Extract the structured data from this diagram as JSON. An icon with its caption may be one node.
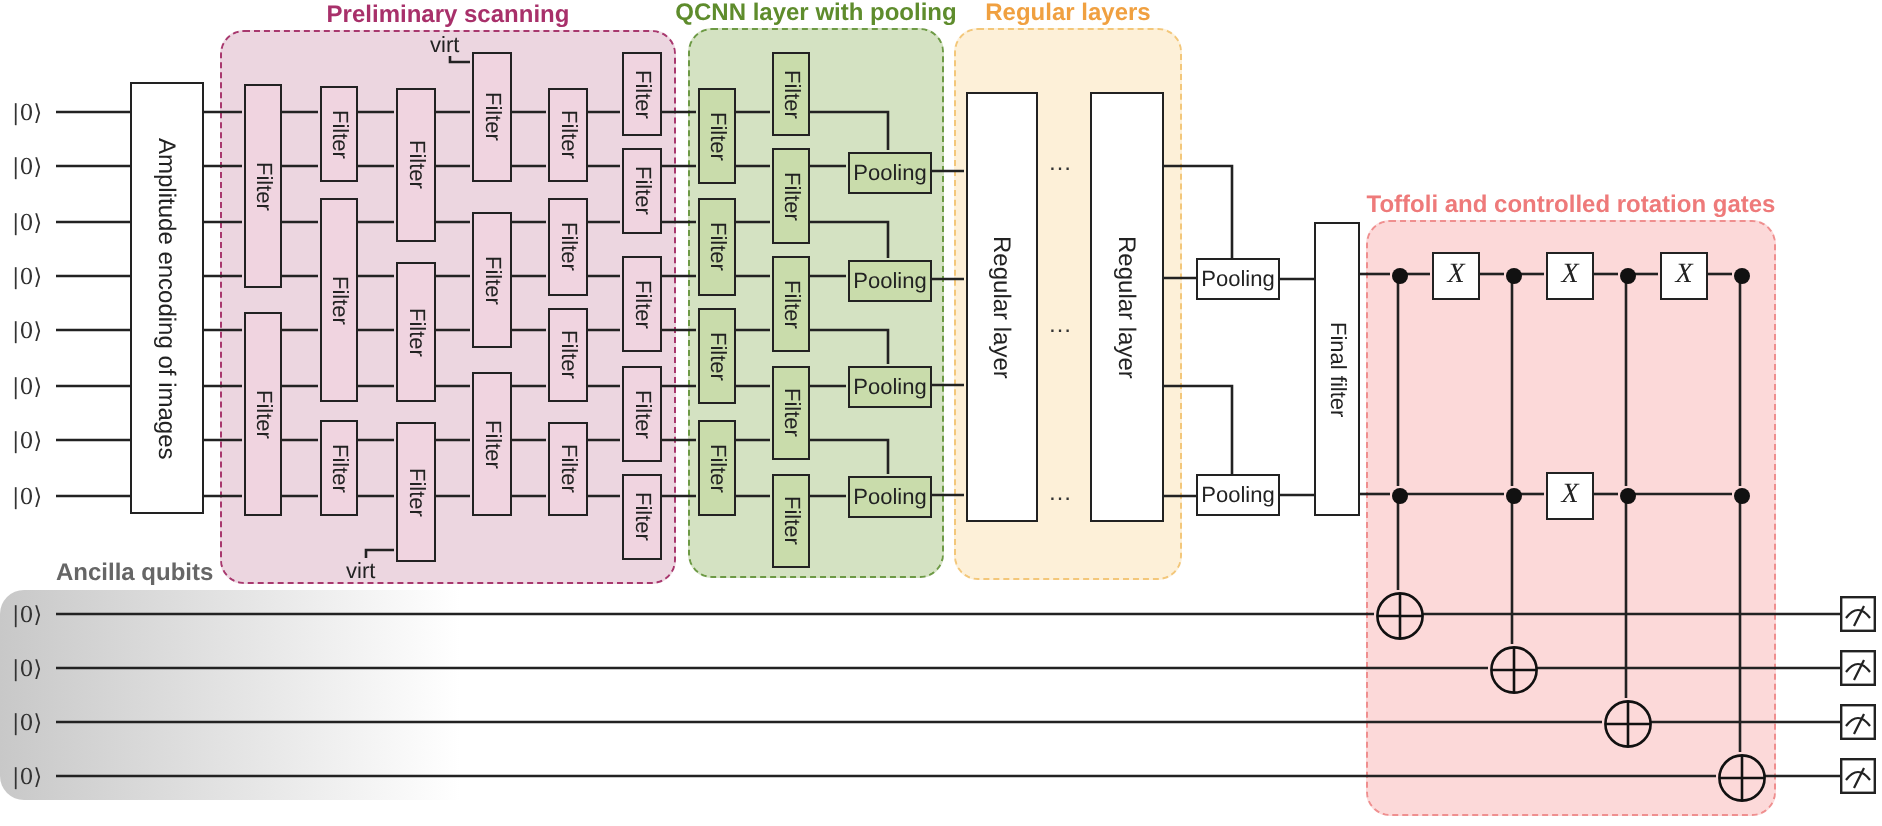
{
  "diagram": {
    "nodes": [
      {
        "text": [
          "Preliminary scanning"
        ]
      },
      {
        "text": [
          "QCNN layer with pooling"
        ]
      },
      {
        "text": [
          "Regular layers"
        ]
      },
      {
        "text": [
          "Toffoli and controlled rotation gates"
        ]
      },
      {
        "text": [
          "Ancilla qubits"
        ]
      },
      {
        "text": [
          "|0⟩"
        ]
      },
      {
        "text": [
          "|0⟩"
        ]
      },
      {
        "text": [
          "|0⟩"
        ]
      },
      {
        "text": [
          "|0⟩"
        ]
      },
      {
        "text": [
          "|0⟩"
        ]
      },
      {
        "text": [
          "|0⟩"
        ]
      },
      {
        "text": [
          "|0⟩"
        ]
      },
      {
        "text": [
          "|0⟩"
        ]
      },
      {
        "text": [
          "Amplitude encoding of images"
        ]
      },
      {
        "text": [
          "Filter"
        ],
        "in": 0
      },
      {
        "text": [
          "Filter"
        ],
        "in": 0
      },
      {
        "text": [
          "Filter"
        ],
        "in": 0
      },
      {
        "text": [
          "Filter"
        ],
        "in": 0
      },
      {
        "text": [
          "Filter"
        ],
        "in": 0
      },
      {
        "text": [
          "Filter"
        ],
        "in": 0
      },
      {
        "text": [
          "Filter"
        ],
        "in": 0
      },
      {
        "text": [
          "Filter"
        ],
        "in": 0
      },
      {
        "text": [
          "Filter"
        ],
        "in": 0
      },
      {
        "text": [
          "Filter"
        ],
        "in": 0
      },
      {
        "text": [
          "Filter"
        ],
        "in": 0
      },
      {
        "text": [
          "Filter"
        ],
        "in": 0
      },
      {
        "text": [
          "Filter"
        ],
        "in": 0
      },
      {
        "text": [
          "Filter"
        ],
        "in": 0
      },
      {
        "text": [
          "Filter"
        ],
        "in": 0
      },
      {
        "text": [
          "Filter"
        ],
        "in": 0
      },
      {
        "text": [
          "Filter"
        ],
        "in": 0
      },
      {
        "text": [
          "Filter"
        ],
        "in": 0
      },
      {
        "text": [
          "Filter"
        ],
        "in": 0
      },
      {
        "text": [
          "Filter"
        ],
        "in": 0
      },
      {
        "text": [
          "virt"
        ],
        "in": 0
      },
      {
        "text": [
          "virt"
        ],
        "in": 0
      },
      {
        "text": [
          "Filter"
        ],
        "in": 1
      },
      {
        "text": [
          "Filter"
        ],
        "in": 1
      },
      {
        "text": [
          "Filter"
        ],
        "in": 1
      },
      {
        "text": [
          "Filter"
        ],
        "in": 1
      },
      {
        "text": [
          "Filter"
        ],
        "in": 1
      },
      {
        "text": [
          "Filter"
        ],
        "in": 1
      },
      {
        "text": [
          "Filter"
        ],
        "in": 1
      },
      {
        "text": [
          "Filter"
        ],
        "in": 1
      },
      {
        "text": [
          "Filter"
        ],
        "in": 1
      },
      {
        "text": [
          "Pooling"
        ],
        "in": 1
      },
      {
        "text": [
          "Pooling"
        ],
        "in": 1
      },
      {
        "text": [
          "Pooling"
        ],
        "in": 1
      },
      {
        "text": [
          "Pooling"
        ],
        "in": 1
      },
      {
        "text": [
          "Regular layer"
        ],
        "in": 2
      },
      {
        "text": [
          "Regular layer"
        ],
        "in": 2
      },
      {
        "text": [
          "Pooling"
        ]
      },
      {
        "text": [
          "Pooling"
        ]
      },
      {
        "text": [
          "Final filter"
        ]
      },
      {
        "text": [],
        "shape": "circle",
        "in": 3
      },
      {
        "text": [
          "X"
        ],
        "in": 3
      },
      {
        "text": [],
        "shape": "circle",
        "in": 3
      },
      {
        "text": [
          "X"
        ],
        "in": 3
      },
      {
        "text": [],
        "shape": "circle",
        "in": 3
      },
      {
        "text": [
          "X"
        ],
        "in": 3
      },
      {
        "text": [],
        "shape": "circle",
        "in": 3
      },
      {
        "text": [],
        "shape": "circle",
        "in": 3
      },
      {
        "text": [],
        "shape": "circle",
        "in": 3
      },
      {
        "text": [
          "X"
        ],
        "in": 3
      },
      {
        "text": [],
        "shape": "circle",
        "in": 3
      },
      {
        "text": [],
        "shape": "circle",
        "in": 3
      },
      {
        "text": [],
        "shape": "circle",
        "in": 3
      },
      {
        "text": [],
        "shape": "circle",
        "in": 3
      },
      {
        "text": [],
        "shape": "circle",
        "in": 3
      },
      {
        "text": [],
        "shape": "circle",
        "in": 3
      },
      {
        "text": [
          "|0⟩"
        ],
        "in": 4
      },
      {
        "text": [
          "|0⟩"
        ],
        "in": 4
      },
      {
        "text": [
          "|0⟩"
        ],
        "in": 4
      },
      {
        "text": [
          "|0⟩"
        ],
        "in": 4
      },
      {
        "text": [],
        "shape": "picture"
      },
      {
        "text": [],
        "shape": "picture"
      },
      {
        "text": [],
        "shape": "picture"
      },
      {
        "text": [],
        "shape": "picture"
      }
    ],
    "edges": [
      {
        "from": 5,
        "to": 13,
        "arrow": "none"
      },
      {
        "from": 13,
        "to": 14,
        "arrow": "none"
      },
      {
        "from": 14,
        "to": 16,
        "arrow": "none"
      },
      {
        "from": 16,
        "to": 19,
        "arrow": "none"
      },
      {
        "from": 19,
        "to": 22,
        "arrow": "none"
      },
      {
        "from": 22,
        "to": 25,
        "arrow": "none"
      },
      {
        "from": 25,
        "to": 29,
        "arrow": "none"
      },
      {
        "from": 29,
        "to": 36,
        "arrow": "none"
      },
      {
        "from": 36,
        "to": 40,
        "arrow": "none"
      },
      {
        "from": 40,
        "to": 45,
        "arrow": "none"
      },
      {
        "from": 6,
        "to": 13,
        "arrow": "none"
      },
      {
        "from": 13,
        "to": 14,
        "arrow": "none"
      },
      {
        "from": 14,
        "to": 16,
        "arrow": "none"
      },
      {
        "from": 16,
        "to": 19,
        "arrow": "none"
      },
      {
        "from": 19,
        "to": 22,
        "arrow": "none"
      },
      {
        "from": 22,
        "to": 25,
        "arrow": "none"
      },
      {
        "from": 25,
        "to": 30,
        "arrow": "none"
      },
      {
        "from": 30,
        "to": 36,
        "arrow": "none"
      },
      {
        "from": 36,
        "to": 41,
        "arrow": "none"
      },
      {
        "from": 41,
        "to": 45,
        "arrow": "none"
      },
      {
        "from": 7,
        "to": 13,
        "arrow": "none"
      },
      {
        "from": 13,
        "to": 14,
        "arrow": "none"
      },
      {
        "from": 14,
        "to": 17,
        "arrow": "none"
      },
      {
        "from": 17,
        "to": 19,
        "arrow": "none"
      },
      {
        "from": 19,
        "to": 23,
        "arrow": "none"
      },
      {
        "from": 23,
        "to": 26,
        "arrow": "none"
      },
      {
        "from": 26,
        "to": 30,
        "arrow": "none"
      },
      {
        "from": 30,
        "to": 37,
        "arrow": "none"
      },
      {
        "from": 37,
        "to": 41,
        "arrow": "none"
      },
      {
        "from": 41,
        "to": 46,
        "arrow": "none"
      },
      {
        "from": 8,
        "to": 13,
        "arrow": "none"
      },
      {
        "from": 13,
        "to": 14,
        "arrow": "none"
      },
      {
        "from": 14,
        "to": 17,
        "arrow": "none"
      },
      {
        "from": 17,
        "to": 20,
        "arrow": "none"
      },
      {
        "from": 20,
        "to": 23,
        "arrow": "none"
      },
      {
        "from": 23,
        "to": 26,
        "arrow": "none"
      },
      {
        "from": 26,
        "to": 31,
        "arrow": "none"
      },
      {
        "from": 31,
        "to": 37,
        "arrow": "none"
      },
      {
        "from": 37,
        "to": 42,
        "arrow": "none"
      },
      {
        "from": 42,
        "to": 46,
        "arrow": "none"
      },
      {
        "from": 9,
        "to": 13,
        "arrow": "none"
      },
      {
        "from": 13,
        "to": 15,
        "arrow": "none"
      },
      {
        "from": 15,
        "to": 17,
        "arrow": "none"
      },
      {
        "from": 17,
        "to": 20,
        "arrow": "none"
      },
      {
        "from": 20,
        "to": 23,
        "arrow": "none"
      },
      {
        "from": 23,
        "to": 27,
        "arrow": "none"
      },
      {
        "from": 27,
        "to": 31,
        "arrow": "none"
      },
      {
        "from": 31,
        "to": 38,
        "arrow": "none"
      },
      {
        "from": 38,
        "to": 42,
        "arrow": "none"
      },
      {
        "from": 42,
        "to": 47,
        "arrow": "none"
      },
      {
        "from": 10,
        "to": 13,
        "arrow": "none"
      },
      {
        "from": 13,
        "to": 15,
        "arrow": "none"
      },
      {
        "from": 15,
        "to": 17,
        "arrow": "none"
      },
      {
        "from": 17,
        "to": 20,
        "arrow": "none"
      },
      {
        "from": 20,
        "to": 24,
        "arrow": "none"
      },
      {
        "from": 24,
        "to": 27,
        "arrow": "none"
      },
      {
        "from": 27,
        "to": 32,
        "arrow": "none"
      },
      {
        "from": 32,
        "to": 38,
        "arrow": "none"
      },
      {
        "from": 38,
        "to": 43,
        "arrow": "none"
      },
      {
        "from": 43,
        "to": 47,
        "arrow": "none"
      },
      {
        "from": 11,
        "to": 13,
        "arrow": "none"
      },
      {
        "from": 13,
        "to": 15,
        "arrow": "none"
      },
      {
        "from": 15,
        "to": 18,
        "arrow": "none"
      },
      {
        "from": 18,
        "to": 21,
        "arrow": "none"
      },
      {
        "from": 21,
        "to": 24,
        "arrow": "none"
      },
      {
        "from": 24,
        "to": 28,
        "arrow": "none"
      },
      {
        "from": 28,
        "to": 32,
        "arrow": "none"
      },
      {
        "from": 32,
        "to": 39,
        "arrow": "none"
      },
      {
        "from": 39,
        "to": 43,
        "arrow": "none"
      },
      {
        "from": 43,
        "to": 48,
        "arrow": "none"
      },
      {
        "from": 12,
        "to": 13,
        "arrow": "none"
      },
      {
        "from": 13,
        "to": 15,
        "arrow": "none"
      },
      {
        "from": 15,
        "to": 18,
        "arrow": "none"
      },
      {
        "from": 18,
        "to": 21,
        "arrow": "none"
      },
      {
        "from": 21,
        "to": 24,
        "arrow": "none"
      },
      {
        "from": 24,
        "to": 28,
        "arrow": "none"
      },
      {
        "from": 28,
        "to": 33,
        "arrow": "none"
      },
      {
        "from": 33,
        "to": 39,
        "arrow": "none"
      },
      {
        "from": 39,
        "to": 44,
        "arrow": "none"
      },
      {
        "from": 44,
        "to": 48,
        "arrow": "none"
      },
      {
        "from": 34,
        "to": 22,
        "arrow": "none"
      },
      {
        "from": 35,
        "to": 21,
        "arrow": "none"
      },
      {
        "from": 45,
        "to": 49,
        "arrow": "none"
      },
      {
        "from": 46,
        "to": 49,
        "arrow": "none"
      },
      {
        "from": 47,
        "to": 49,
        "arrow": "none"
      },
      {
        "from": 48,
        "to": 49,
        "arrow": "none"
      },
      {
        "from": 50,
        "to": 51,
        "arrow": "none"
      },
      {
        "from": 50,
        "to": 51,
        "arrow": "none"
      },
      {
        "from": 50,
        "to": 52,
        "arrow": "none"
      },
      {
        "from": 50,
        "to": 52,
        "arrow": "none"
      },
      {
        "from": 51,
        "to": 53,
        "arrow": "none"
      },
      {
        "from": 52,
        "to": 53,
        "arrow": "none"
      },
      {
        "from": 53,
        "to": 54,
        "arrow": "none"
      },
      {
        "from": 53,
        "to": 61,
        "arrow": "none"
      },
      {
        "from": 54,
        "to": 55,
        "arrow": "none"
      },
      {
        "from": 55,
        "to": 56,
        "arrow": "none"
      },
      {
        "from": 56,
        "to": 57,
        "arrow": "none"
      },
      {
        "from": 57,
        "to": 58,
        "arrow": "none"
      },
      {
        "from": 58,
        "to": 59,
        "arrow": "none"
      },
      {
        "from": 59,
        "to": 60,
        "arrow": "none"
      },
      {
        "from": 61,
        "to": 62,
        "arrow": "none"
      },
      {
        "from": 62,
        "to": 63,
        "arrow": "none"
      },
      {
        "from": 63,
        "to": 64,
        "arrow": "none"
      },
      {
        "from": 64,
        "to": 65,
        "arrow": "none"
      },
      {
        "from": 54,
        "to": 61,
        "arrow": "none"
      },
      {
        "from": 61,
        "to": 66,
        "arrow": "none"
      },
      {
        "from": 56,
        "to": 62,
        "arrow": "none"
      },
      {
        "from": 62,
        "to": 67,
        "arrow": "none"
      },
      {
        "from": 58,
        "to": 64,
        "arrow": "none"
      },
      {
        "from": 64,
        "to": 68,
        "arrow": "none"
      },
      {
        "from": 60,
        "to": 65,
        "arrow": "none"
      },
      {
        "from": 65,
        "to": 69,
        "arrow": "none"
      },
      {
        "from": 70,
        "to": 66,
        "arrow": "none"
      },
      {
        "from": 66,
        "to": 74,
        "arrow": "none"
      },
      {
        "from": 71,
        "to": 67,
        "arrow": "none"
      },
      {
        "from": 67,
        "to": 75,
        "arrow": "none"
      },
      {
        "from": 72,
        "to": 68,
        "arrow": "none"
      },
      {
        "from": 68,
        "to": 76,
        "arrow": "none"
      },
      {
        "from": 73,
        "to": 69,
        "arrow": "none"
      },
      {
        "from": 69,
        "to": 77,
        "arrow": "none"
      }
    ],
    "labels": [
      "…",
      "…",
      "…"
    ]
  }
}
